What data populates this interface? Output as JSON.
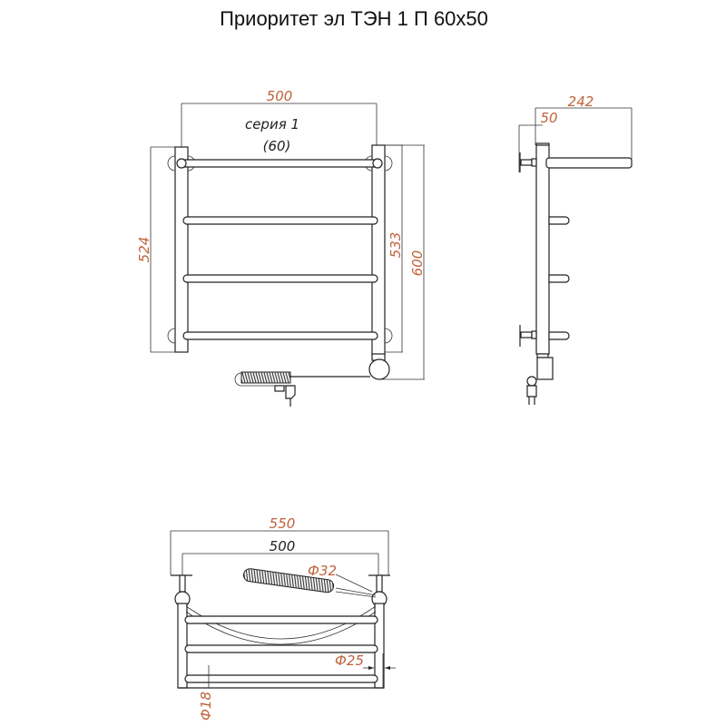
{
  "title": "Приоритет эл ТЭН 1 П 60x50",
  "front_view": {
    "width_label": "500",
    "series_label": "серия 1",
    "series_sub": "(60)",
    "left_height": "524",
    "right_height_inner": "533",
    "right_height_total": "600",
    "rungs": 4
  },
  "side_view": {
    "depth_total": "242",
    "wall_offset": "50"
  },
  "top_view": {
    "outer_width": "550",
    "inner_width": "500",
    "heater_diameter": "Ф32",
    "pipe_diameter": "Ф25",
    "rung_diameter": "Ф18"
  },
  "colors": {
    "dimension": "#c0623a",
    "line": "#222222"
  }
}
